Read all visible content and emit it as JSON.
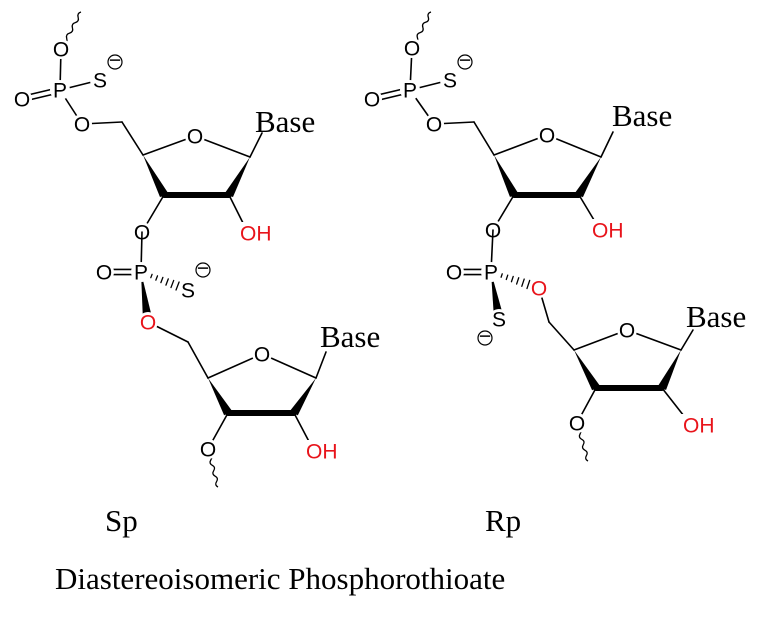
{
  "atoms": {
    "oxygen": "O",
    "phosphorus": "P",
    "sulfur": "S",
    "hydroxyl": "OH",
    "minus": "−",
    "base": "Base"
  },
  "labels": {
    "sp": "Sp",
    "rp": "Rp",
    "title": "Diastereoisomeric Phosphorothioate"
  },
  "colors": {
    "bond": "#000000",
    "highlight": "#e8141b"
  }
}
